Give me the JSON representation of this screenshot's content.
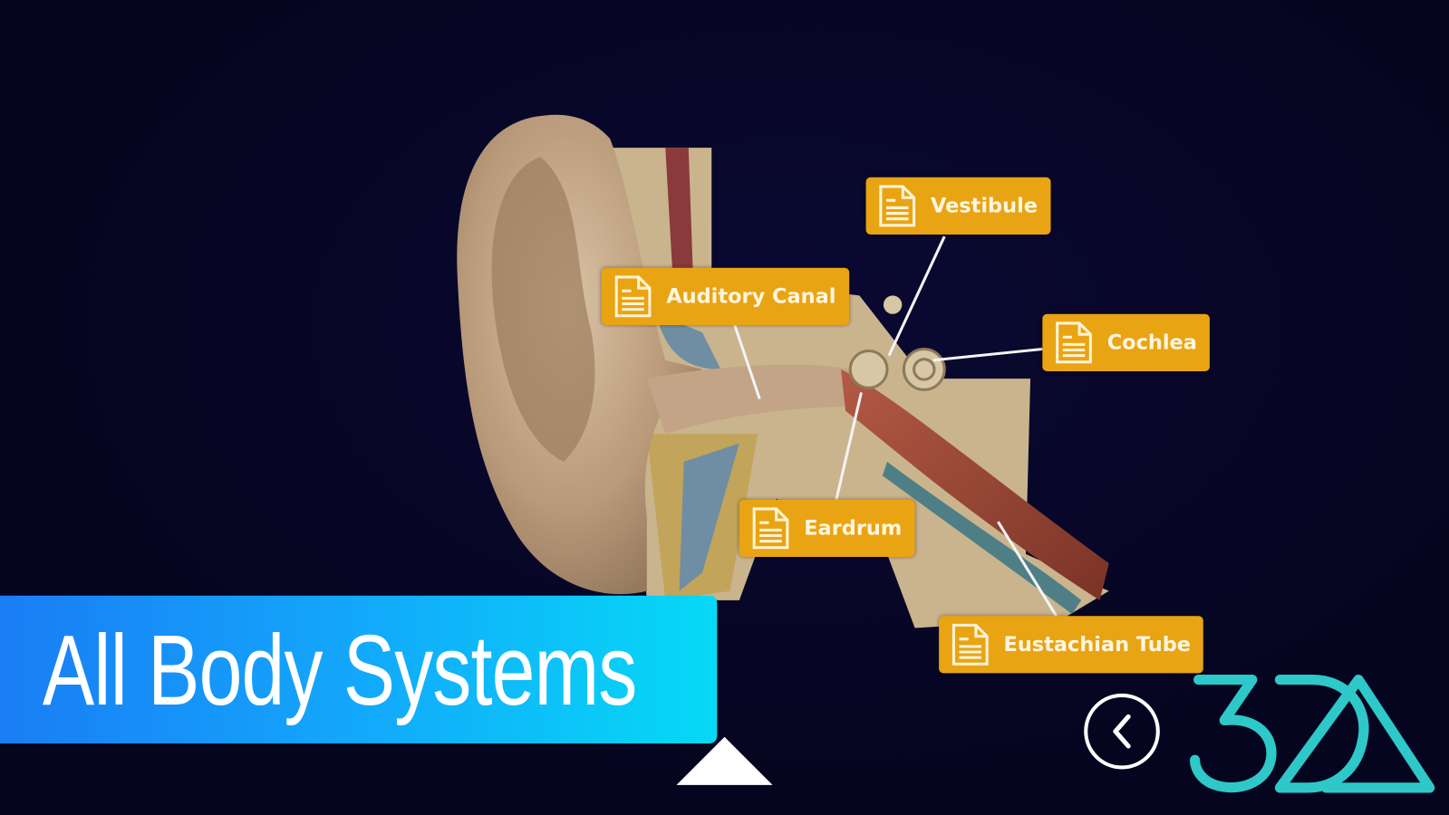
{
  "labels": {
    "vestibule": "Vestibule",
    "auditory_canal": "Auditory Canal",
    "cochlea": "Cochlea",
    "eardrum": "Eardrum",
    "eustachian_tube": "Eustachian Tube"
  },
  "banner": {
    "title": "All Body Systems"
  },
  "logo": {
    "text": "3DA"
  },
  "icons": {
    "label_icon": "document-icon",
    "back": "chevron-left-icon",
    "expand": "triangle-up-icon"
  },
  "colors": {
    "background": "#06051f",
    "label": "#e9a414",
    "banner_start": "#1a7df5",
    "banner_end": "#06d9f5",
    "logo": "#2ec8c8"
  }
}
